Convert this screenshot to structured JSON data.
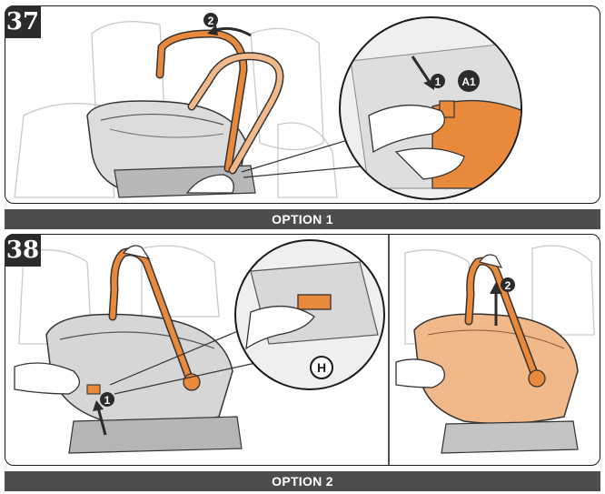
{
  "figure37": {
    "step": "37",
    "markers": {
      "first": "1",
      "second": "2",
      "callout": "A1"
    }
  },
  "option1": {
    "label": "OPTION 1"
  },
  "figure38": {
    "step": "38",
    "markers": {
      "first": "1",
      "second": "2",
      "callout": "H"
    }
  },
  "option2": {
    "label": "OPTION 2"
  },
  "colors": {
    "orange": "#e9893c",
    "light_orange": "#f1b98a",
    "dark": "#2b2b2b",
    "gray": "#cfcfcf"
  }
}
